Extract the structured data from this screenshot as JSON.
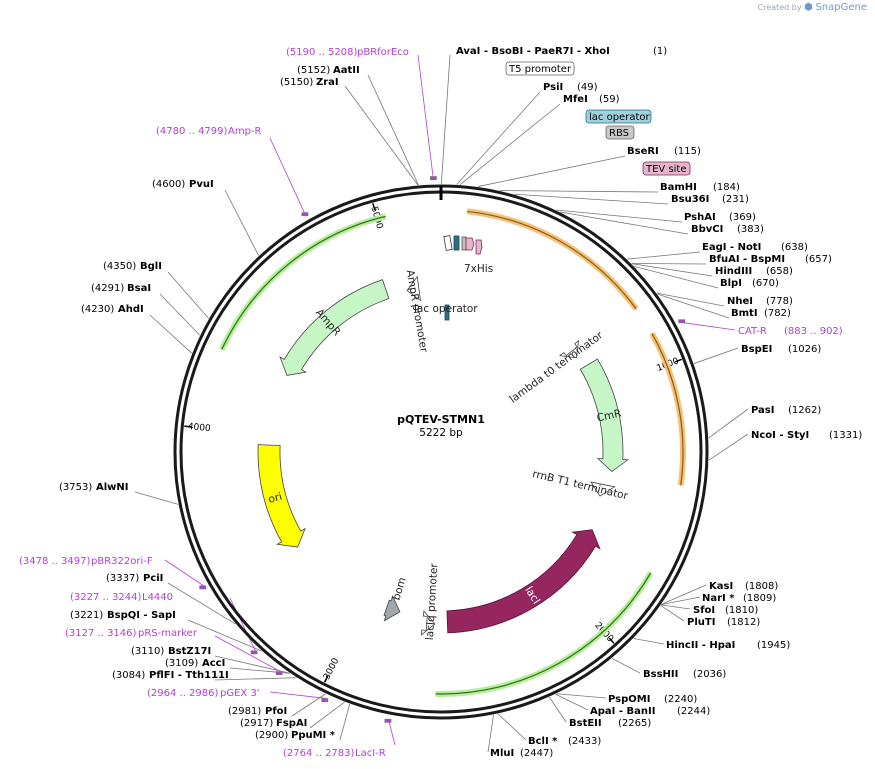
{
  "watermark": {
    "prefix": "Created by",
    "brand": "SnapGene"
  },
  "plasmid": {
    "name": "pQTEV-STMN1",
    "length": "5222 bp",
    "total_bp": 5222
  },
  "colors": {
    "ampr": "#c6f5c6",
    "cmr": "#c6f5c6",
    "ori": "#ffff00",
    "laci": "#95265f",
    "bom": "#a0a7ad",
    "primer": "#b13fd4",
    "orange_feature": "#f5b040"
  },
  "ticks": [
    {
      "label": "1000",
      "bp": 1000
    },
    {
      "label": "2000",
      "bp": 2000
    },
    {
      "label": "3000",
      "bp": 3000
    },
    {
      "label": "4000",
      "bp": 4000
    },
    {
      "label": "5000",
      "bp": 5000
    }
  ],
  "features": [
    {
      "id": "ampr",
      "label": "AmpR",
      "start": 4950,
      "end": 4300,
      "color": "#c6f5c6",
      "r": 124,
      "w": 20
    },
    {
      "id": "ampr_promoter",
      "label": "AmpR promoter",
      "start": 5110,
      "end": 5050,
      "color": "#ffffff",
      "r": 124,
      "w": 14
    },
    {
      "id": "lambda_t0",
      "label": "lambda t0 terminator",
      "start": 760,
      "end": 800,
      "color": "#ffffff",
      "r": 124,
      "w": 14
    },
    {
      "id": "cmr",
      "label": "CmR",
      "start": 860,
      "end": 1400,
      "color": "#c6f5c6",
      "r": 124,
      "w": 20
    },
    {
      "id": "rrnb",
      "label": "rrnB T1 terminator",
      "start": 1470,
      "end": 1530,
      "color": "#ffffff",
      "r": 124,
      "w": 14
    },
    {
      "id": "laci",
      "label": "lacI",
      "start": 2580,
      "end": 1700,
      "color": "#95265f",
      "r": 124,
      "w": 22
    },
    {
      "id": "laciq",
      "label": "lacIq promoter",
      "start": 2680,
      "end": 2640,
      "color": "#ffffff",
      "r": 124,
      "w": 14
    },
    {
      "id": "bom",
      "label": "bom",
      "start": 2890,
      "end": 2820,
      "color": "#a0a7ad",
      "r": 124,
      "w": 16
    },
    {
      "id": "ori",
      "label": "ori",
      "start": 3950,
      "end": 3430,
      "color": "#ffff00",
      "r": 124,
      "w": 22
    }
  ],
  "small_features": [
    "T5 promoter",
    "lac operator",
    "RBS",
    "TEV site",
    "7xHis"
  ],
  "callout_features": [
    {
      "label": "T5 promoter",
      "style": "outline"
    },
    {
      "label": "lac operator",
      "style": "lacop"
    },
    {
      "label": "RBS",
      "style": "rbs"
    },
    {
      "label": "TEV site",
      "style": "tev"
    }
  ],
  "inner_labels": {
    "lac_operator_inner": "lac operator",
    "his": "7xHis"
  },
  "enzymes_right": [
    {
      "name": "AvaI   -  BsoBI   -  PaeR7I   -  XhoI",
      "pos": "(1)"
    },
    {
      "name": "PsiI",
      "pos": "(49)"
    },
    {
      "name": "MfeI",
      "pos": "(59)"
    },
    {
      "name": "BseRI",
      "pos": "(115)"
    },
    {
      "name": "BamHI",
      "pos": "(184)"
    },
    {
      "name": "Bsu36I",
      "pos": "(231)"
    },
    {
      "name": "PshAI",
      "pos": "(369)"
    },
    {
      "name": "BbvCI",
      "pos": "(383)"
    },
    {
      "name": "EagI   -  NotI",
      "pos": "(638)"
    },
    {
      "name": "BfuAI   -  BspMI",
      "pos": "(657)"
    },
    {
      "name": "HindIII",
      "pos": "(658)"
    },
    {
      "name": "BlpI",
      "pos": "(670)"
    },
    {
      "name": "NheI",
      "pos": "(778)"
    },
    {
      "name": "BmtI",
      "pos": "(782)"
    },
    {
      "name": "BspEI",
      "pos": "(1026)"
    },
    {
      "name": "PasI",
      "pos": "(1262)"
    },
    {
      "name": "NcoI   -  StyI",
      "pos": "(1331)"
    },
    {
      "name": "KasI",
      "pos": "(1808)"
    },
    {
      "name": "NarI *",
      "pos": "(1809)"
    },
    {
      "name": "SfoI",
      "pos": "(1810)"
    },
    {
      "name": "PluTI",
      "pos": "(1812)"
    },
    {
      "name": "HincII   -  HpaI",
      "pos": "(1945)"
    },
    {
      "name": "BssHII",
      "pos": "(2036)"
    },
    {
      "name": "PspOMI",
      "pos": "(2240)"
    },
    {
      "name": "ApaI   -  BanII",
      "pos": "(2244)"
    },
    {
      "name": "BstEII",
      "pos": "(2265)"
    },
    {
      "name": "BclI *",
      "pos": "(2433)"
    },
    {
      "name": "MluI",
      "pos": "(2447)"
    }
  ],
  "enzymes_left": [
    {
      "name": "AatII",
      "pos": "(5152)"
    },
    {
      "name": "ZraI",
      "pos": "(5150)"
    },
    {
      "name": "PvuI",
      "pos": "(4600)"
    },
    {
      "name": "BglI",
      "pos": "(4350)"
    },
    {
      "name": "BsaI",
      "pos": "(4291)"
    },
    {
      "name": "AhdI",
      "pos": "(4230)"
    },
    {
      "name": "AlwNI",
      "pos": "(3753)"
    },
    {
      "name": "PciI",
      "pos": "(3337)"
    },
    {
      "name": "BspQI   -  SapI",
      "pos": "(3221)"
    },
    {
      "name": "BstZ17I",
      "pos": "(3110)"
    },
    {
      "name": "AccI",
      "pos": "(3109)"
    },
    {
      "name": "PflFI   -  Tth111I",
      "pos": "(3084)"
    },
    {
      "name": "PfoI",
      "pos": "(2981)"
    },
    {
      "name": "FspAI",
      "pos": "(2917)"
    },
    {
      "name": "PpuMI *",
      "pos": "(2900)"
    }
  ],
  "primers": [
    {
      "name": "pBRforEco",
      "range": "(5190 .. 5208)"
    },
    {
      "name": "Amp-R",
      "range": "(4780 .. 4799)"
    },
    {
      "name": "CAT-R",
      "range": "(883 .. 902)"
    },
    {
      "name": "pBR322ori-F",
      "range": "(3478 .. 3497)"
    },
    {
      "name": "L4440",
      "range": "(3227 .. 3244)"
    },
    {
      "name": "pRS-marker",
      "range": "(3127 .. 3146)"
    },
    {
      "name": "pGEX 3'",
      "range": "(2964 .. 2986)"
    },
    {
      "name": "LacI-R",
      "range": "(2764 .. 2783)"
    }
  ]
}
